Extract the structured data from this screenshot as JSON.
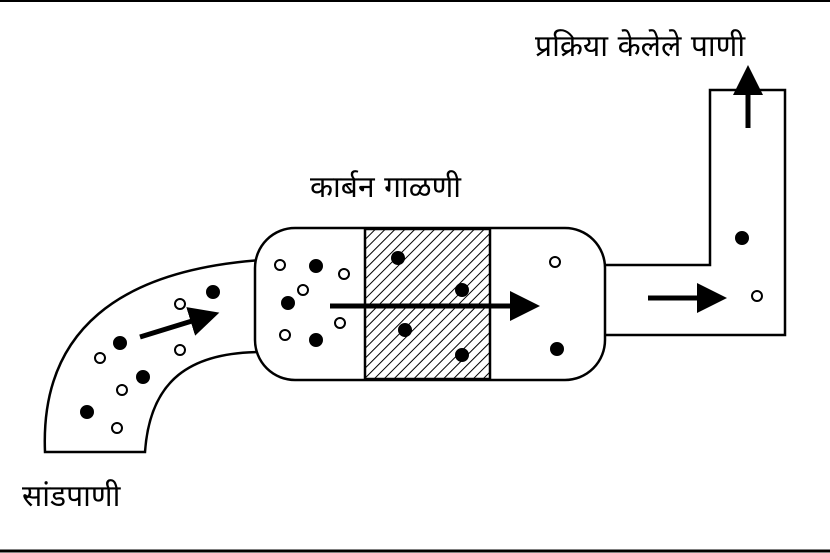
{
  "labels": {
    "treated_water": "प्रक्रिया केलेले पाणी",
    "carbon_filter": "कार्बन गाळणी",
    "wastewater": "सांडपाणी"
  },
  "colors": {
    "ink": "#000000",
    "background": "#ffffff"
  }
}
